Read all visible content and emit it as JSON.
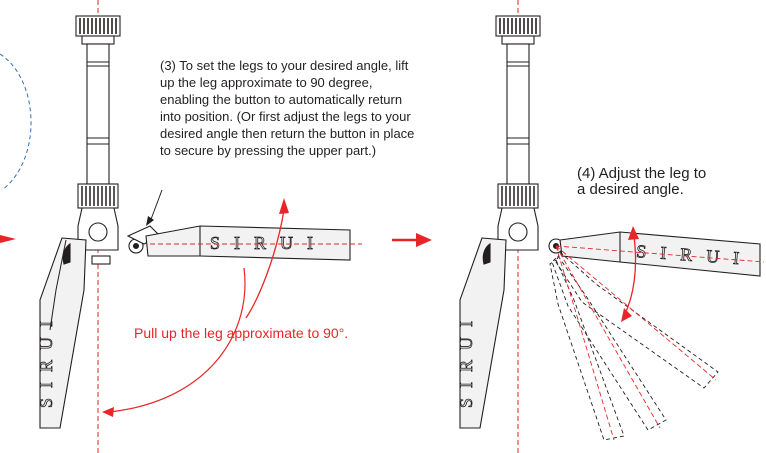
{
  "step3": {
    "lines": [
      "(3) To set the legs to your desired angle, lift",
      "up the leg approximate to  90 degree,",
      "enabling the button to automatically return",
      "into position. (Or first adjust the legs to your",
      "desired angle then return the button in place",
      "to secure by pressing the upper part.)"
    ]
  },
  "step4": {
    "lines": [
      "(4) Adjust the leg to",
      "a desired angle."
    ]
  },
  "pull_label": "Pull up the leg approximate to 90°.",
  "brand_text": "SIRUI",
  "colors": {
    "line": "#231f20",
    "accent_red": "#e8262a",
    "guide_blue": "#2f6fb6",
    "leg_fill": "#f2f2f2"
  }
}
